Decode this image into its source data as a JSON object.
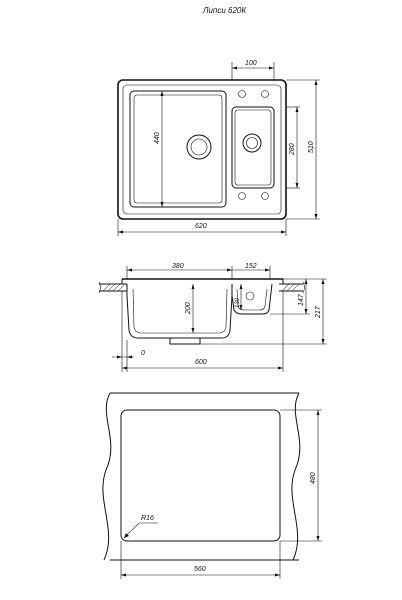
{
  "model_label": "Липси 620К",
  "top_view": {
    "dim_width_overall": "620",
    "dim_small_bowl_width": "100",
    "dim_large_bowl_height": "440",
    "dim_small_bowl_height": "280",
    "dim_depth_overall": "510"
  },
  "side_view": {
    "dim_large_bowl_width": "380",
    "dim_small_bowl_width": "152",
    "dim_large_bowl_depth": "200",
    "dim_small_bowl_depth": "130",
    "dim_small_height": "147",
    "dim_total_height": "217",
    "dim_zero": "0",
    "dim_cabinet": "600"
  },
  "cutout_view": {
    "dim_radius": "R16",
    "dim_width": "560",
    "dim_height": "480"
  }
}
